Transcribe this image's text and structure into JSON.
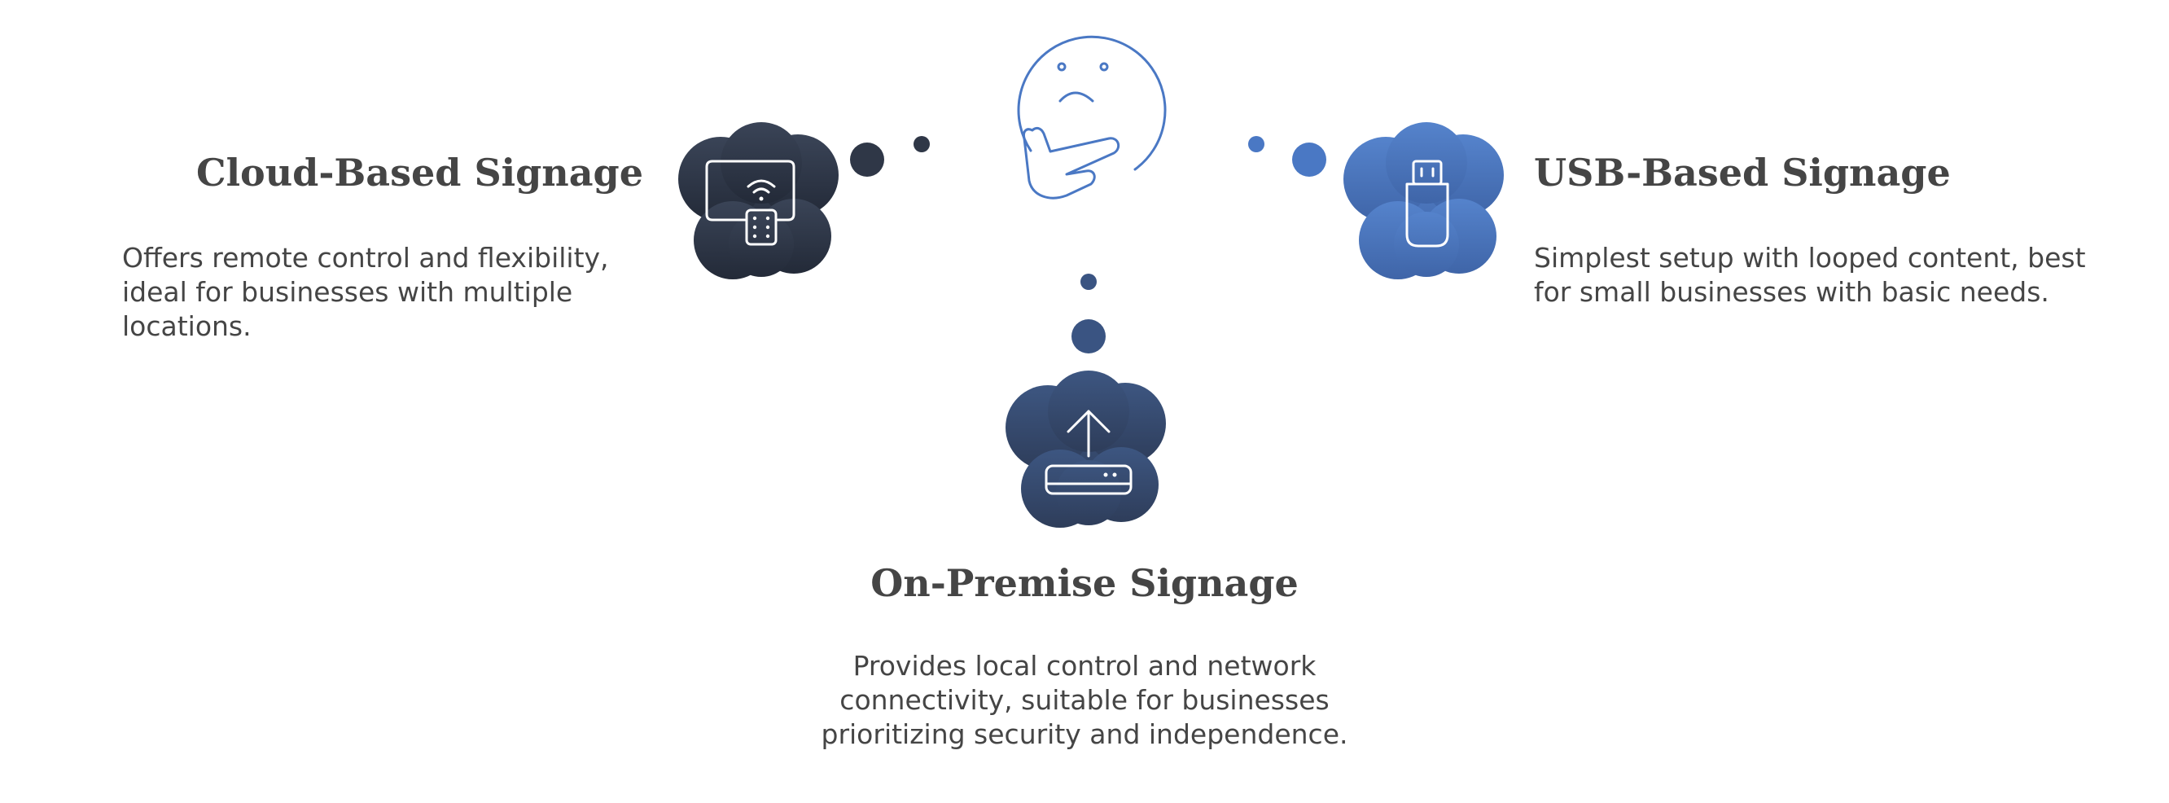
{
  "options": [
    {
      "id": "cloud",
      "title": "Cloud-Based Signage",
      "description": "Offers remote control and flexibility, ideal for businesses with multiple locations.",
      "icon": "remote-control-screen-icon",
      "color": "#2b3342"
    },
    {
      "id": "usb",
      "title": "USB-Based Signage",
      "description": "Simplest setup with looped content, best for small businesses with basic needs.",
      "icon": "usb-drive-icon",
      "color": "#4a78c4"
    },
    {
      "id": "onprem",
      "title": "On-Premise Signage",
      "description": "Provides local control and network connectivity, suitable for businesses prioritizing security and independence.",
      "icon": "upload-server-icon",
      "color": "#33476a"
    }
  ],
  "center_icon": "thinking-face-icon",
  "colors": {
    "text": "#454545",
    "thinker_line": "#4a78c4",
    "dot_dark": "#2f3747",
    "dot_blue": "#4a78c4",
    "dot_navy": "#3a5482"
  }
}
